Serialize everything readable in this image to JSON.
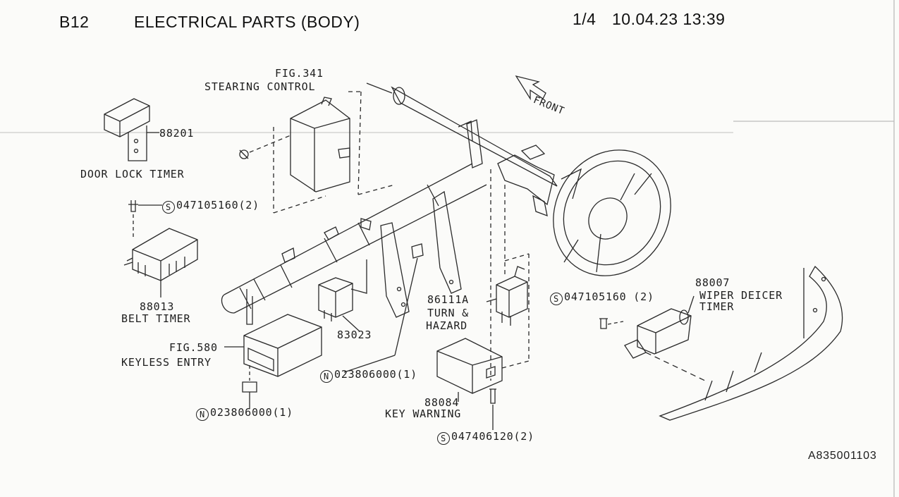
{
  "header": {
    "section": "B12",
    "title": "ELECTRICAL PARTS (BODY)",
    "page": "1/4",
    "datetime": "10.04.23 13:39"
  },
  "front_arrow": "FRONT",
  "parts": {
    "p88201": {
      "num": "88201",
      "name": "DOOR LOCK TIMER"
    },
    "steering": {
      "fig": "FIG.341",
      "name": "STEARING CONTROL"
    },
    "screw1": {
      "mark": "S",
      "code": "047105160(2)"
    },
    "p88013": {
      "num": "88013",
      "name": "BELT TIMER"
    },
    "keyless": {
      "fig": "FIG.580",
      "name": "KEYLESS ENTRY"
    },
    "nut1": {
      "mark": "N",
      "code": "023806000(1)"
    },
    "p83023": {
      "num": "83023"
    },
    "nut2": {
      "mark": "N",
      "code": "023806000(1)"
    },
    "p86111A": {
      "num": "86111A",
      "line1": "TURN &",
      "line2": "HAZARD"
    },
    "p88084": {
      "num": "88084",
      "name": "KEY WARNING"
    },
    "screw2": {
      "mark": "S",
      "code": "047406120(2)"
    },
    "screw3": {
      "mark": "S",
      "code": "047105160 (2)"
    },
    "p88007": {
      "num": "88007",
      "line1": "WIPER DEICER",
      "line2": "TIMER"
    }
  },
  "footer_code": "A835001103"
}
